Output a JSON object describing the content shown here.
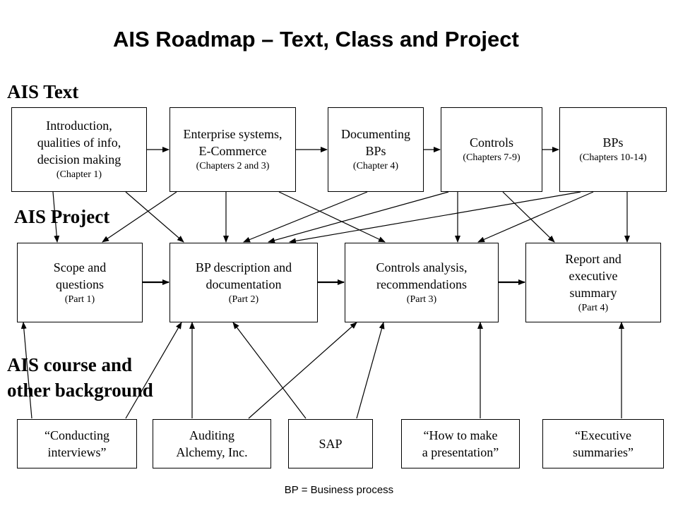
{
  "title": "AIS Roadmap – Text, Class and Project",
  "sections": {
    "text": "AIS Text",
    "project": "AIS Project",
    "background_line1": "AIS course and",
    "background_line2": "other background"
  },
  "text_row": [
    {
      "main": "Introduction,\nqualities of info,\ndecision making",
      "sub": "(Chapter 1)"
    },
    {
      "main": "Enterprise systems,\nE-Commerce",
      "sub": "(Chapters 2 and 3)"
    },
    {
      "main": "Documenting\nBPs",
      "sub": "(Chapter 4)"
    },
    {
      "main": "Controls",
      "sub": "(Chapters 7-9)"
    },
    {
      "main": "BPs",
      "sub": "(Chapters 10-14)"
    }
  ],
  "project_row": [
    {
      "main": "Scope and\nquestions",
      "sub": "(Part 1)"
    },
    {
      "main": "BP description and\ndocumentation",
      "sub": "(Part 2)"
    },
    {
      "main": "Controls analysis,\nrecommendations",
      "sub": "(Part 3)"
    },
    {
      "main": "Report and\nexecutive\nsummary",
      "sub": "(Part 4)"
    }
  ],
  "background_row": [
    {
      "main": "“Conducting\ninterviews”"
    },
    {
      "main": "Auditing\nAlchemy, Inc."
    },
    {
      "main": "SAP"
    },
    {
      "main": "“How to make\na presentation”"
    },
    {
      "main": "“Executive\nsummaries”"
    }
  ],
  "footnote": "BP = Business process"
}
